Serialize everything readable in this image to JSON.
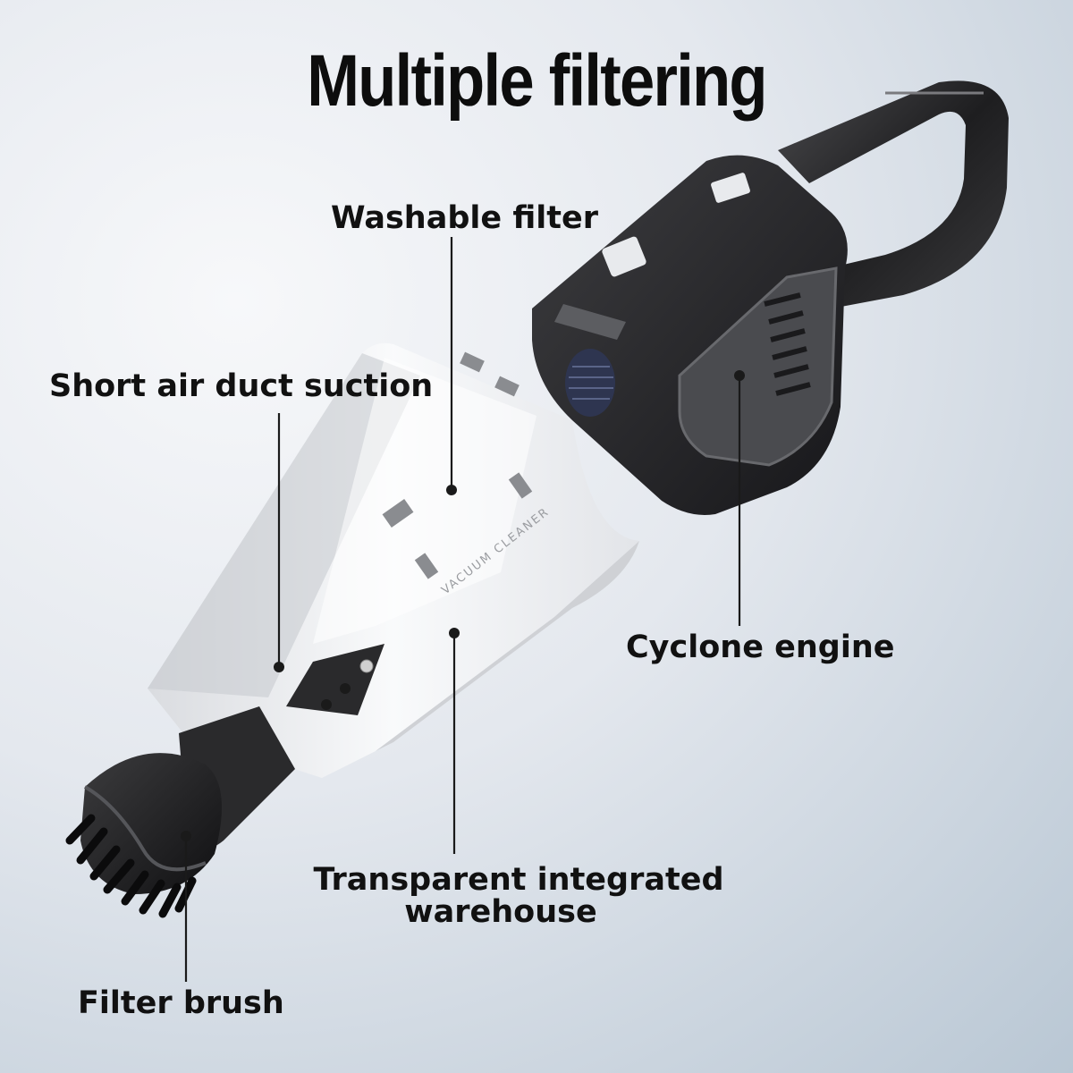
{
  "title": "Multiple filtering",
  "labels": {
    "washable_filter": "Washable filter",
    "short_air_duct": "Short air duct suction",
    "cyclone_engine": "Cyclone engine",
    "transparent_warehouse_line1": "Transparent integrated",
    "transparent_warehouse_line2": "warehouse",
    "filter_brush": "Filter brush"
  },
  "product_print": "VACUUM CLEANER",
  "colors": {
    "background": "#dfe4ea",
    "body_dark": "#2b2b2d",
    "canister": "#f2f3f5",
    "text": "#111111"
  }
}
